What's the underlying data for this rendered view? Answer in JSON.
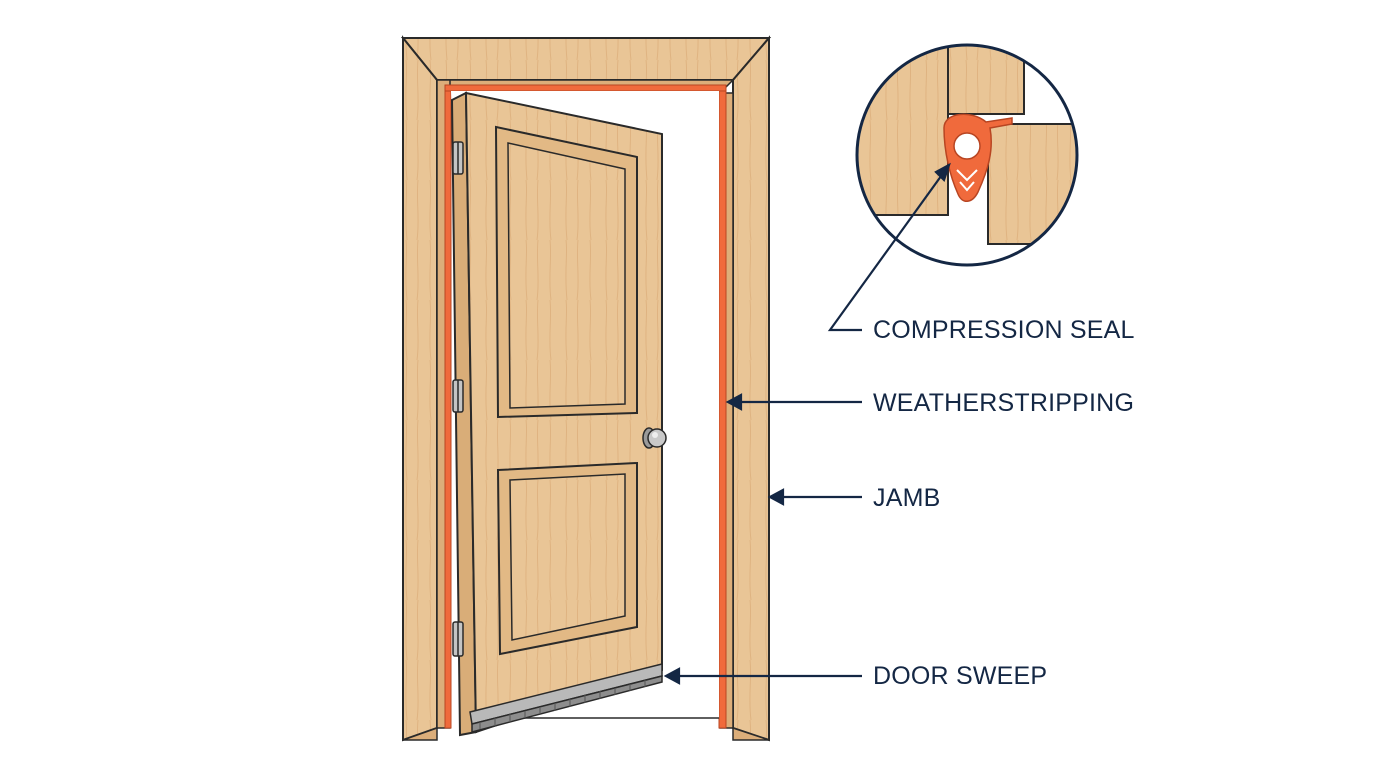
{
  "labels": {
    "compression_seal": "COMPRESSION SEAL",
    "weatherstripping": "WEATHERSTRIPPING",
    "jamb": "JAMB",
    "door_sweep": "DOOR SWEEP"
  },
  "colors": {
    "wood": "#e9c596",
    "wood_dark": "#d9ad78",
    "weatherstrip": "#f06a3c",
    "outline": "#2a2a2a",
    "leader_line": "#142744",
    "label_text": "#142744",
    "metal": "#b9b9b9"
  },
  "icons": [
    "door-hinge-icon",
    "door-knob-icon"
  ]
}
